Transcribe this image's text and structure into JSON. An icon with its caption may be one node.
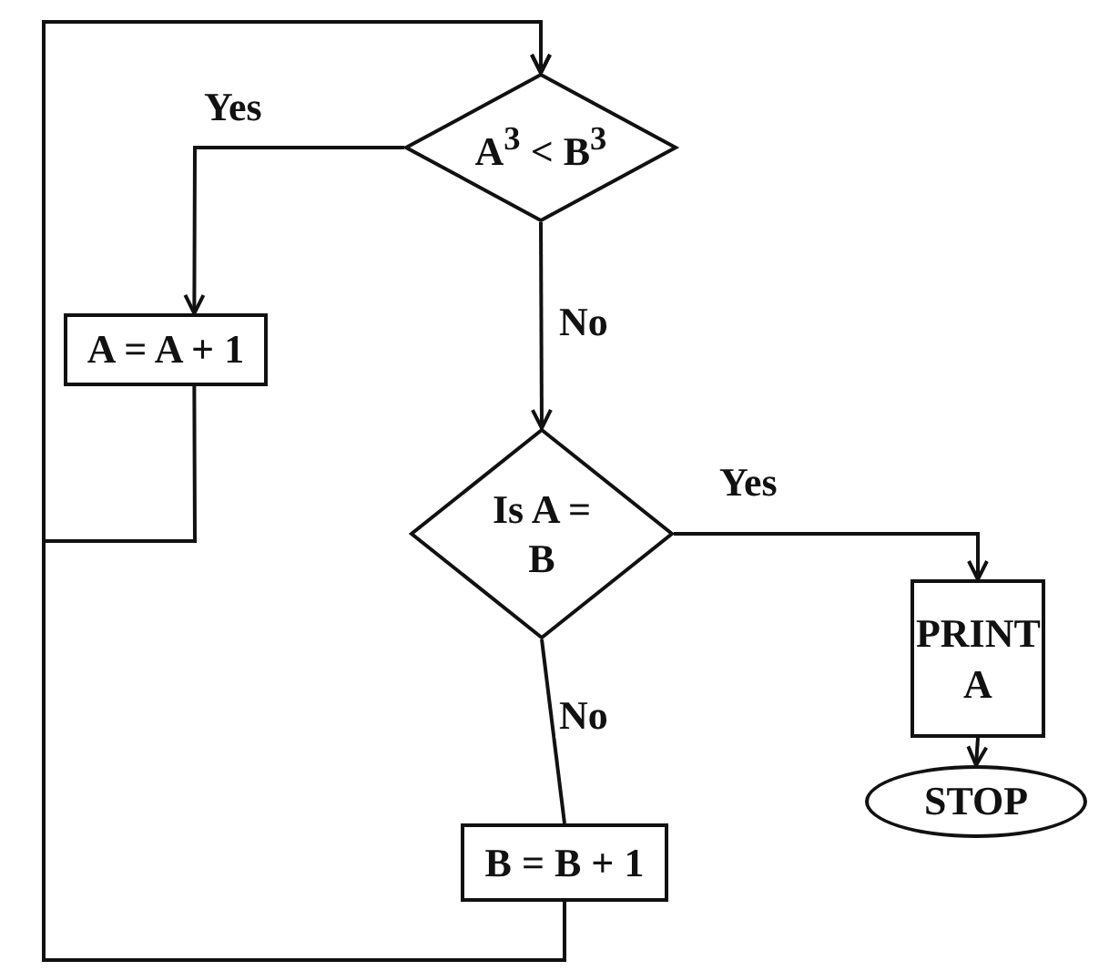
{
  "diagram": {
    "nodes": [
      {
        "text": [
          "A$^{3}$ < B$^{3}$"
        ]
      },
      {
        "text": [
          "A = A + 1"
        ]
      },
      {
        "text": [
          "Is A = B"
        ]
      },
      {
        "text": [
          "PRINT A"
        ]
      },
      {
        "text": [
          "B = B + 1"
        ]
      },
      {
        "text": [
          "STOP"
        ]
      }
    ],
    "edges": [
      {
        "from": 0,
        "to": 1,
        "arrow": "to",
        "label": "Yes"
      },
      {
        "from": 0,
        "to": 2,
        "arrow": "to",
        "label": "No"
      },
      {
        "from": 1,
        "to": 0,
        "arrow": "to"
      },
      {
        "from": 2,
        "to": 3,
        "arrow": "to",
        "label": "Yes"
      },
      {
        "from": 2,
        "to": 4,
        "arrow": "none",
        "label": "No"
      },
      {
        "from": 4,
        "to": 0,
        "arrow": "to"
      },
      {
        "from": 3,
        "to": 5,
        "arrow": "to"
      }
    ]
  }
}
